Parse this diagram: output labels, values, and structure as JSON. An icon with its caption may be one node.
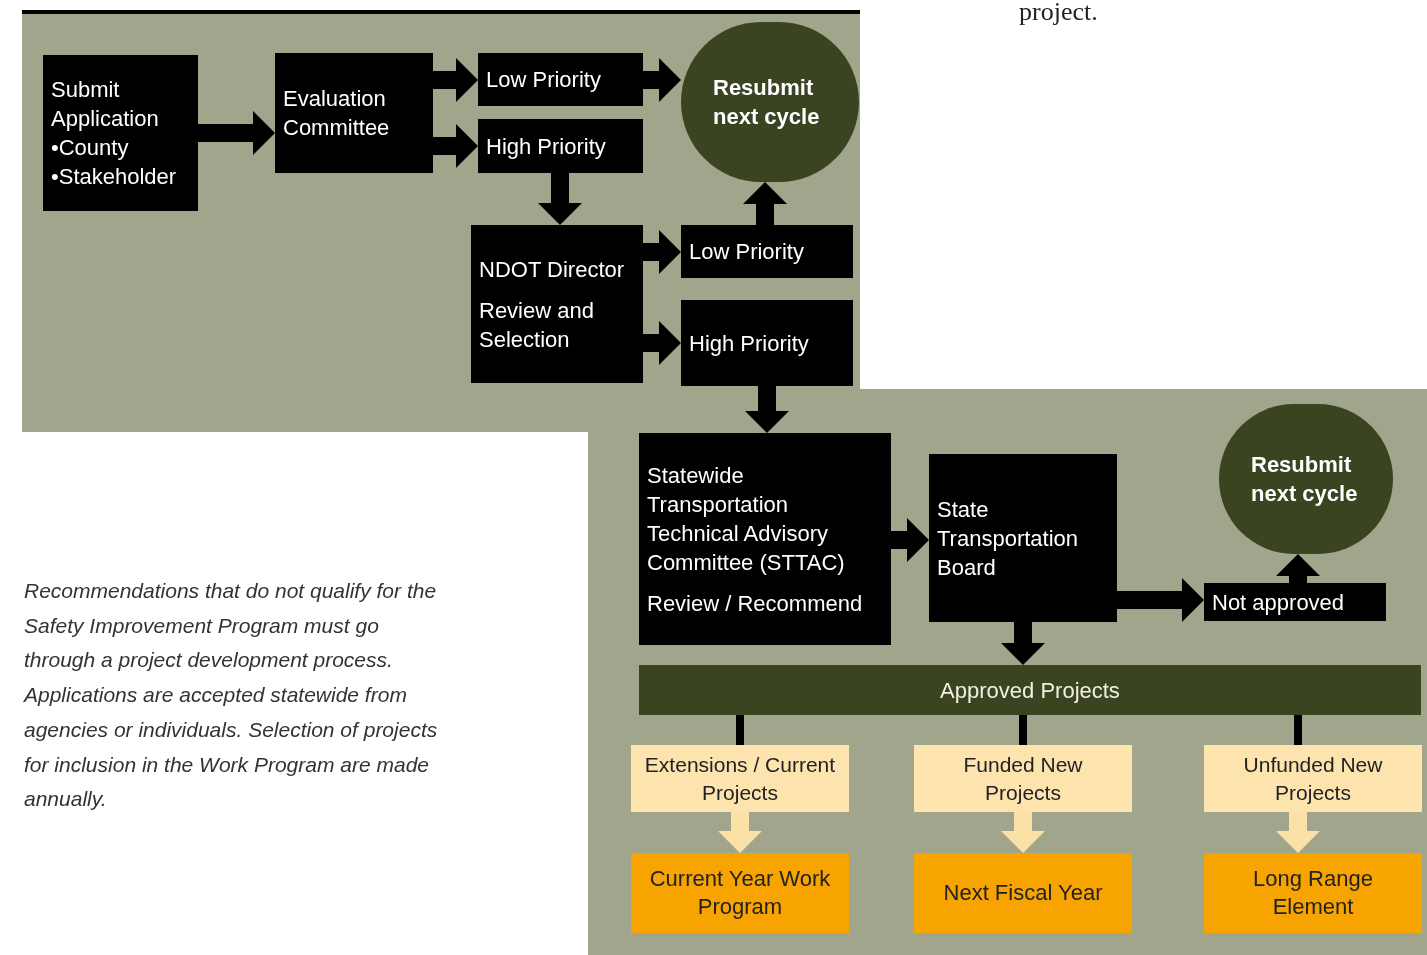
{
  "diagram": {
    "nodes": [
      {
        "text": [
          "Submit Application",
          "•County",
          "•Stakeholder"
        ]
      },
      {
        "text": [
          "Evaluation Committee"
        ]
      },
      {
        "text": [
          "Low Priority"
        ]
      },
      {
        "text": [
          "High Priority"
        ]
      },
      {
        "text": [
          "Resubmit next cycle"
        ]
      },
      {
        "text": [
          "NDOT Director",
          "Review and Selection"
        ]
      },
      {
        "text": [
          "Low Priority"
        ]
      },
      {
        "text": [
          "High Priority"
        ]
      },
      {
        "text": [
          "Statewide Transportation Technical Advisory Committee (STTAC)",
          "Review / Recommend"
        ]
      },
      {
        "text": [
          "State Transportation Board"
        ]
      },
      {
        "text": [
          "Resubmit next cycle"
        ]
      },
      {
        "text": [
          "Not approved"
        ]
      },
      {
        "text": [
          "Approved Projects"
        ]
      },
      {
        "text": [
          "Extensions / Current Projects"
        ]
      },
      {
        "text": [
          "Funded New Projects"
        ]
      },
      {
        "text": [
          "Unfunded New Projects"
        ]
      },
      {
        "text": [
          "Current Year Work Program"
        ]
      },
      {
        "text": [
          "Next Fiscal Year"
        ]
      },
      {
        "text": [
          "Long Range Element"
        ]
      }
    ],
    "edges": [
      {
        "from": 0,
        "to": 1,
        "arrow": "to"
      },
      {
        "from": 1,
        "to": 2,
        "arrow": "to"
      },
      {
        "from": 1,
        "to": 3,
        "arrow": "to"
      },
      {
        "from": 2,
        "to": 4,
        "arrow": "to"
      },
      {
        "from": 3,
        "to": 5,
        "arrow": "to"
      },
      {
        "from": 5,
        "to": 6,
        "arrow": "to"
      },
      {
        "from": 5,
        "to": 7,
        "arrow": "to"
      },
      {
        "from": 6,
        "to": 4,
        "arrow": "to"
      },
      {
        "from": 7,
        "to": 8,
        "arrow": "to"
      },
      {
        "from": 8,
        "to": 9,
        "arrow": "to"
      },
      {
        "from": 9,
        "to": 11,
        "arrow": "to"
      },
      {
        "from": 11,
        "to": 10,
        "arrow": "to"
      },
      {
        "from": 9,
        "to": 12,
        "arrow": "to"
      },
      {
        "from": 12,
        "to": 13,
        "arrow": "none"
      },
      {
        "from": 12,
        "to": 14,
        "arrow": "none"
      },
      {
        "from": 12,
        "to": 15,
        "arrow": "none"
      },
      {
        "from": 13,
        "to": 16,
        "arrow": "to",
        "color": "#fbe0a8"
      },
      {
        "from": 14,
        "to": 17,
        "arrow": "to",
        "color": "#fbe0a8"
      },
      {
        "from": 15,
        "to": 18,
        "arrow": "to",
        "color": "#fbe0a8"
      }
    ],
    "labels": [
      "project.",
      "Recommendations that do not qualify for the Safety Improvement Program must go through a project development process. Applications are accepted statewide from agencies or individuals. Selection of projects for inclusion in the Work Program are made annually."
    ]
  }
}
